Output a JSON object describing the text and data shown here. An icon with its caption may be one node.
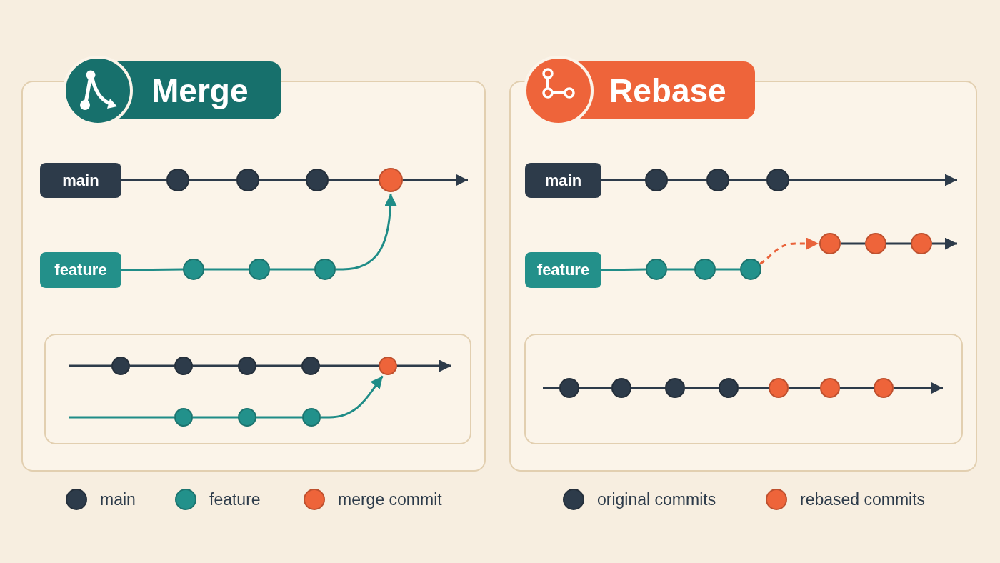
{
  "diagram": {
    "nodes": [
      {
        "text": [
          "Merge"
        ]
      },
      {
        "text": [
          "main"
        ],
        "in": 0
      },
      {
        "text": [],
        "shape": "circle",
        "in": 0
      },
      {
        "text": [],
        "shape": "circle",
        "in": 0
      },
      {
        "text": [],
        "shape": "circle",
        "in": 0
      },
      {
        "text": [],
        "shape": "circle",
        "in": 0
      },
      {
        "text": [
          "feature"
        ],
        "in": 0
      },
      {
        "text": [],
        "shape": "circle",
        "in": 0
      },
      {
        "text": [],
        "shape": "circle",
        "in": 0
      },
      {
        "text": [],
        "shape": "circle",
        "in": 0
      },
      {
        "text": [],
        "shape": "box",
        "in": 0
      },
      {
        "text": [],
        "shape": "circle",
        "in": 10
      },
      {
        "text": [],
        "shape": "circle",
        "in": 10
      },
      {
        "text": [],
        "shape": "circle",
        "in": 10
      },
      {
        "text": [],
        "shape": "circle",
        "in": 10
      },
      {
        "text": [],
        "shape": "circle",
        "in": 10
      },
      {
        "text": [],
        "shape": "circle",
        "in": 10
      },
      {
        "text": [],
        "shape": "circle",
        "in": 10
      },
      {
        "text": [],
        "shape": "circle",
        "in": 10
      },
      {
        "text": [
          "Rebase"
        ]
      },
      {
        "text": [
          "main"
        ],
        "in": 19
      },
      {
        "text": [],
        "shape": "circle",
        "in": 19
      },
      {
        "text": [],
        "shape": "circle",
        "in": 19
      },
      {
        "text": [],
        "shape": "circle",
        "in": 19
      },
      {
        "text": [
          "feature"
        ],
        "in": 19
      },
      {
        "text": [],
        "shape": "circle",
        "in": 19
      },
      {
        "text": [],
        "shape": "circle",
        "in": 19
      },
      {
        "text": [],
        "shape": "circle",
        "in": 19
      },
      {
        "text": [],
        "shape": "circle",
        "in": 19
      },
      {
        "text": [],
        "shape": "circle",
        "in": 19
      },
      {
        "text": [],
        "shape": "circle",
        "in": 19
      },
      {
        "text": [],
        "shape": "box",
        "in": 19
      },
      {
        "text": [],
        "shape": "circle",
        "in": 31
      },
      {
        "text": [],
        "shape": "circle",
        "in": 31
      },
      {
        "text": [],
        "shape": "circle",
        "in": 31
      },
      {
        "text": [],
        "shape": "circle",
        "in": 31
      },
      {
        "text": [],
        "shape": "circle",
        "in": 31
      },
      {
        "text": [],
        "shape": "circle",
        "in": 31
      },
      {
        "text": [],
        "shape": "circle",
        "in": 31
      }
    ],
    "edges": [
      {
        "from": 1,
        "to": 2,
        "arrow": "none"
      },
      {
        "from": 2,
        "to": 3,
        "arrow": "none"
      },
      {
        "from": 3,
        "to": 4,
        "arrow": "none"
      },
      {
        "from": 4,
        "to": 5,
        "arrow": "none"
      },
      {
        "from": 5,
        "to": null,
        "arrow": "to"
      },
      {
        "from": 6,
        "to": 7,
        "arrow": "none",
        "color": "#1f8c87"
      },
      {
        "from": 7,
        "to": 8,
        "arrow": "none",
        "color": "#1f8c87"
      },
      {
        "from": 8,
        "to": 9,
        "arrow": "none",
        "color": "#1f8c87"
      },
      {
        "from": 9,
        "to": 5,
        "arrow": "to",
        "color": "#1f8c87"
      },
      {
        "from": null,
        "to": 11,
        "arrow": "none"
      },
      {
        "from": 11,
        "to": 12,
        "arrow": "none"
      },
      {
        "from": 12,
        "to": 13,
        "arrow": "none"
      },
      {
        "from": 13,
        "to": 14,
        "arrow": "none"
      },
      {
        "from": 14,
        "to": 15,
        "arrow": "none"
      },
      {
        "from": 15,
        "to": null,
        "arrow": "to"
      },
      {
        "from": null,
        "to": 16,
        "arrow": "none",
        "color": "#1f8c87"
      },
      {
        "from": 16,
        "to": 17,
        "arrow": "none",
        "color": "#1f8c87"
      },
      {
        "from": 17,
        "to": 18,
        "arrow": "none",
        "color": "#1f8c87"
      },
      {
        "from": 18,
        "to": 15,
        "arrow": "to",
        "color": "#1f8c87"
      },
      {
        "from": 20,
        "to": 21,
        "arrow": "none"
      },
      {
        "from": 21,
        "to": 22,
        "arrow": "none"
      },
      {
        "from": 22,
        "to": 23,
        "arrow": "none"
      },
      {
        "from": 23,
        "to": null,
        "arrow": "to"
      },
      {
        "from": 24,
        "to": 25,
        "arrow": "none",
        "color": "#1f8c87"
      },
      {
        "from": 25,
        "to": 26,
        "arrow": "none",
        "color": "#1f8c87"
      },
      {
        "from": 26,
        "to": 27,
        "arrow": "none",
        "color": "#1f8c87"
      },
      {
        "from": 27,
        "to": 28,
        "arrow": "to",
        "style": "dashed",
        "color": "#e9633b"
      },
      {
        "from": 28,
        "to": 29,
        "arrow": "none"
      },
      {
        "from": 29,
        "to": 30,
        "arrow": "none"
      },
      {
        "from": 30,
        "to": null,
        "arrow": "to"
      },
      {
        "from": null,
        "to": 32,
        "arrow": "none"
      },
      {
        "from": 32,
        "to": 33,
        "arrow": "none"
      },
      {
        "from": 33,
        "to": 34,
        "arrow": "none"
      },
      {
        "from": 34,
        "to": 35,
        "arrow": "none"
      },
      {
        "from": 35,
        "to": 36,
        "arrow": "none"
      },
      {
        "from": 36,
        "to": 37,
        "arrow": "none"
      },
      {
        "from": 37,
        "to": 38,
        "arrow": "none"
      },
      {
        "from": 38,
        "to": null,
        "arrow": "to"
      }
    ],
    "legend": [
      {
        "text": "main",
        "color": "#2d3b4a"
      },
      {
        "text": "feature",
        "color": "#22918b"
      },
      {
        "text": "merge commit",
        "color": "#ee643a"
      },
      {
        "text": "original commits",
        "color": "#2d3b4a"
      },
      {
        "text": "rebased commits",
        "color": "#ee643a"
      }
    ]
  }
}
